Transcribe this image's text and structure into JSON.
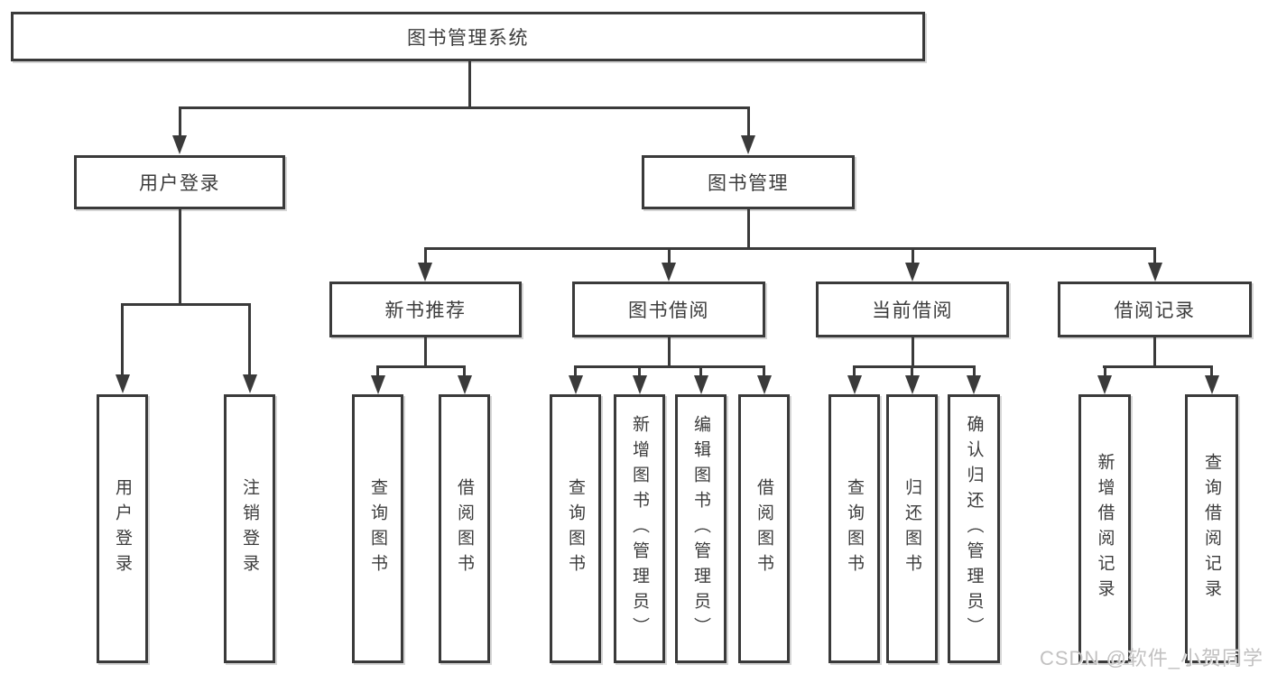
{
  "page": {
    "watermark": "CSDN @软件_小贺同学",
    "colors": {
      "line": "#3a3a3a",
      "box_border": "#3a3a3a",
      "text": "#3c3c3c",
      "background": "#ffffff",
      "watermark": "#c2c1c1"
    }
  },
  "tree": {
    "root": {
      "label": "图书管理系统"
    },
    "login": {
      "label": "用户登录",
      "children": [
        "用户登录",
        "注销登录"
      ]
    },
    "management": {
      "label": "图书管理",
      "sections": [
        {
          "label": "新书推荐",
          "children": [
            "查询图书",
            "借阅图书"
          ]
        },
        {
          "label": "图书借阅",
          "children": [
            "查询图书",
            "新增图书（管理员）",
            "编辑图书（管理员）",
            "借阅图书"
          ]
        },
        {
          "label": "当前借阅",
          "children": [
            "查询图书",
            "归还图书",
            "确认归还（管理员）"
          ]
        },
        {
          "label": "借阅记录",
          "children": [
            "新增借阅记录",
            "查询借阅记录"
          ]
        }
      ]
    }
  }
}
